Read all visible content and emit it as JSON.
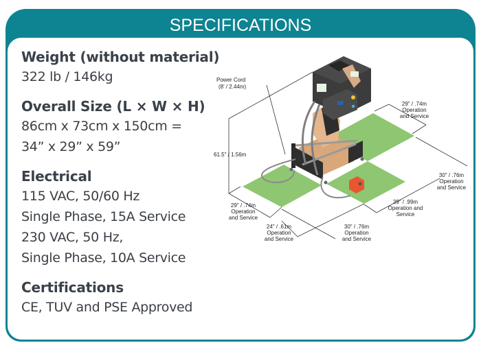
{
  "header": {
    "title": "SPECIFICATIONS"
  },
  "specs": [
    {
      "label": "Weight (without material)",
      "values": [
        "322 lb / 146kg"
      ]
    },
    {
      "label": "Overall Size (L × W × H)",
      "values": [
        "86cm x 73cm x 150cm =",
        "34” x 29” x 59”"
      ]
    },
    {
      "label": "Electrical",
      "values": [
        "115 VAC, 50/60 Hz",
        "Single Phase, 15A Service",
        "230 VAC, 50 Hz,",
        "Single Phase, 10A Service"
      ]
    },
    {
      "label": "Certifications",
      "values": [
        "CE, TUV and PSE Approved"
      ]
    }
  ],
  "diagram": {
    "power_cord": [
      "Power Cord",
      "(8' / 2.44m)"
    ],
    "height": "61.5\" / 1.56m",
    "dims": [
      {
        "id": "top-right",
        "lines": [
          "29\" / .74m",
          "Operation",
          "and Service"
        ]
      },
      {
        "id": "right",
        "lines": [
          "30\" / .76m",
          "Operation",
          "and Service"
        ]
      },
      {
        "id": "right-lower",
        "lines": [
          "39\" / .99m",
          "Operation and",
          "Service"
        ]
      },
      {
        "id": "left",
        "lines": [
          "29\" / .74m",
          "Operation",
          "and Service"
        ]
      },
      {
        "id": "bottom-left",
        "lines": [
          "24\" / .61m",
          "Operation",
          "and Service"
        ]
      },
      {
        "id": "bottom-right",
        "lines": [
          "30\" / .76m",
          "Operation",
          "and Service"
        ]
      }
    ]
  },
  "colors": {
    "teal": "#0e8391",
    "green": "#8fc672",
    "text": "#3a3f45",
    "orange": "#e8562f"
  }
}
